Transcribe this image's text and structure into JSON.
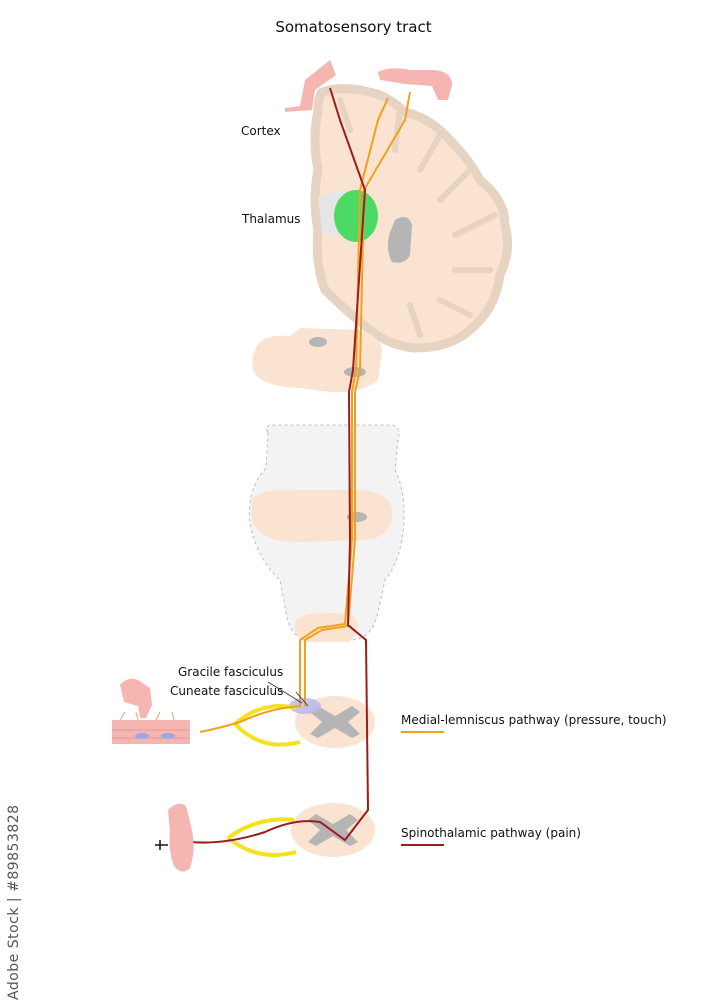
{
  "title": "Somatosensory tract",
  "labels": {
    "cortex": "Cortex",
    "thalamus": "Thalamus",
    "gracile": "Gracile fasciculus",
    "cuneate": "Cuneate fasciculus"
  },
  "legend": {
    "medial": "Medial-lemniscus pathway (pressure, touch)",
    "spino": "Spinothalamic pathway (pain)"
  },
  "watermark": "Adobe Stock | #89853828",
  "colors": {
    "tissue": "#fbe3d1",
    "tissue_stroke": "#e6d3c2",
    "grey_matter": "#b5b5b5",
    "thalamus": "#4cd964",
    "medial_pathway": "#f2a11e",
    "spino_pathway": "#9e1b1b",
    "ganglion": "#f3e21e",
    "skin": "#f5b5b0"
  }
}
